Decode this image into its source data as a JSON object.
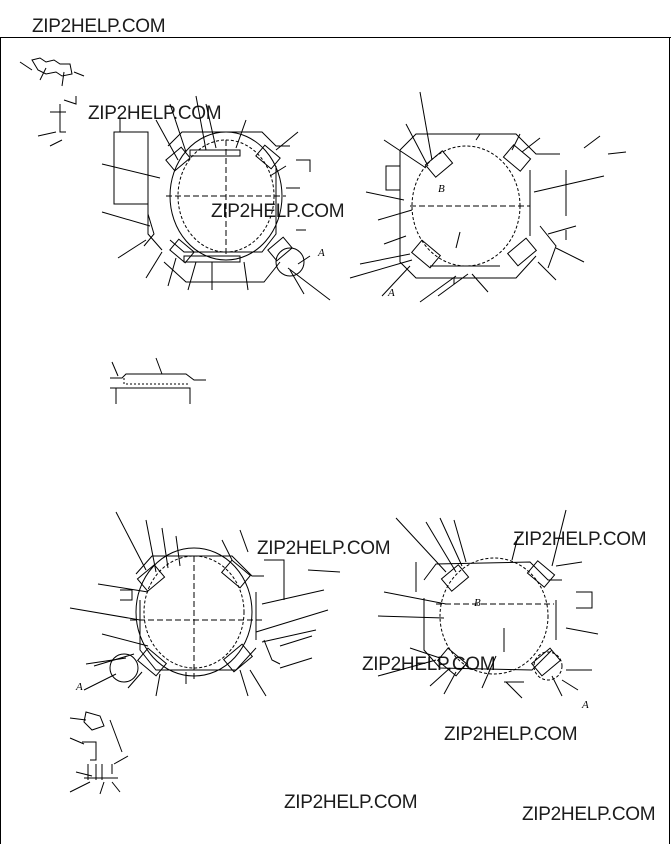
{
  "watermark": {
    "text": "ZIP2HELP.COM"
  },
  "drawing": {
    "labels": {
      "a": "A",
      "b": "B"
    }
  },
  "colors": {
    "ink": "#000000",
    "watermark": "#1c1c1c",
    "background": "#ffffff"
  }
}
